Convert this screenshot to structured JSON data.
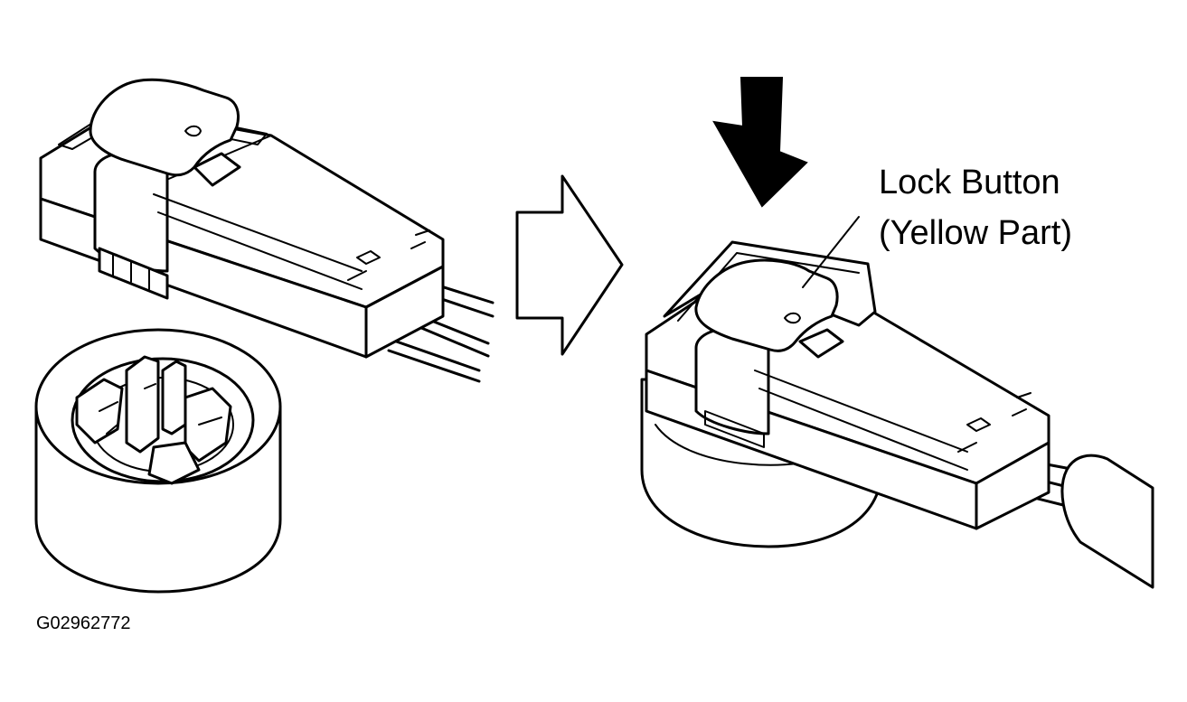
{
  "callout": {
    "line1": "Lock Button",
    "line2": "(Yellow Part)"
  },
  "figure_code": "G02962772",
  "colors": {
    "ink": "#000000",
    "paper": "#ffffff"
  }
}
